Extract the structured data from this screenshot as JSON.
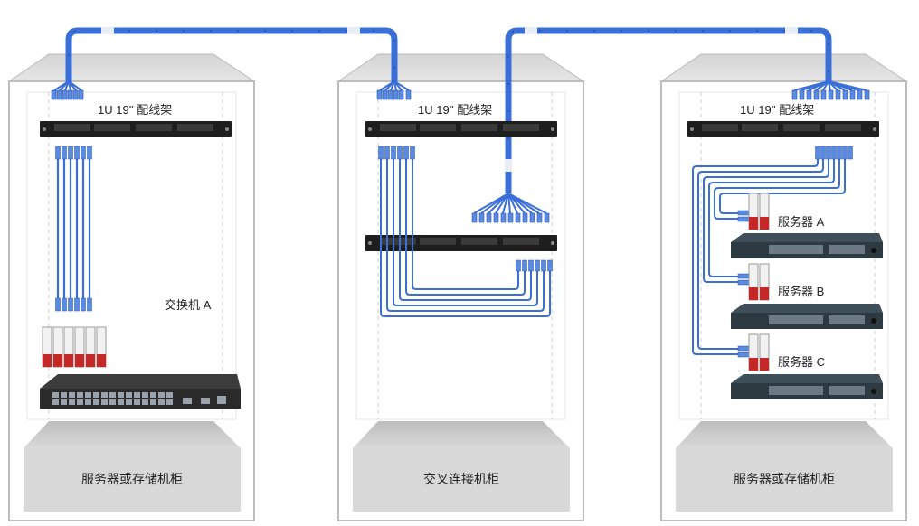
{
  "racks": [
    {
      "name": "服务器或存储机柜",
      "patch_panel_label": "1U 19'' 配线架",
      "device_label": "交换机  A"
    },
    {
      "name": "交叉连接机柜",
      "patch_panel_label": "1U 19'' 配线架"
    },
    {
      "name": "服务器或存储机柜",
      "patch_panel_label": "1U 19'' 配线架",
      "servers": [
        "服务器  A",
        "服务器  B",
        "服务器  C"
      ]
    }
  ],
  "colors": {
    "cable": "#3a6fd8",
    "cable_dark": "#1d4fb3",
    "rack_frame": "#c8c8c8",
    "rack_base": "#d8d8d8"
  }
}
